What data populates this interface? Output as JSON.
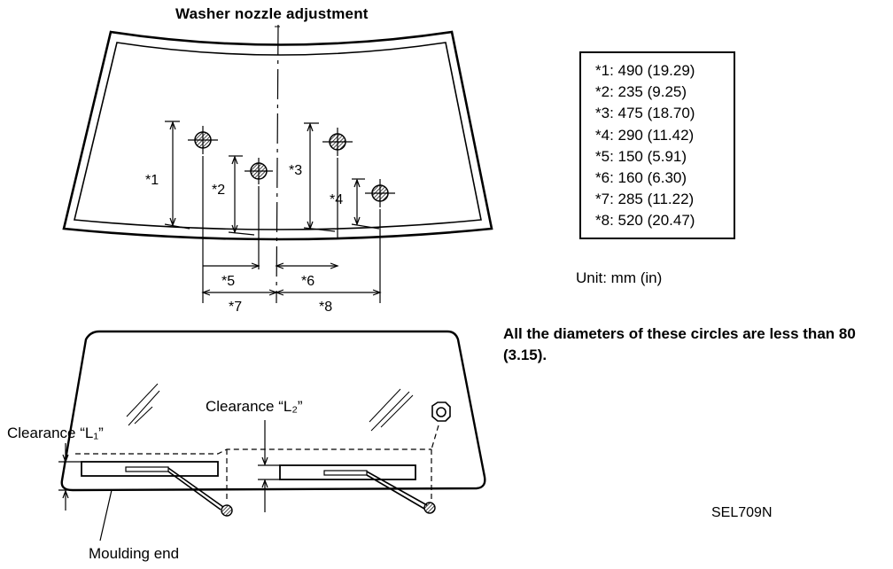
{
  "labels": {
    "washer_title": "Washer nozzle adjustment",
    "clearance_l1": "Clearance “L₁”",
    "clearance_l2": "Clearance “L₂”",
    "moulding_end": "Moulding end",
    "unit": "Unit: mm (in)",
    "note": "All the diameters of these circles are less than 80 (3.15).",
    "code": "SEL709N"
  },
  "dimension_tags": {
    "d1": "*1",
    "d2": "*2",
    "d3": "*3",
    "d4": "*4",
    "d5": "*5",
    "d6": "*6",
    "d7": "*7",
    "d8": "*8"
  },
  "legend": [
    "*1: 490 (19.29)",
    "*2: 235 (9.25)",
    "*3: 475 (18.70)",
    "*4: 290 (11.42)",
    "*5: 150 (5.91)",
    "*6: 160 (6.30)",
    "*7: 285 (11.22)",
    "*8: 520 (20.47)"
  ]
}
